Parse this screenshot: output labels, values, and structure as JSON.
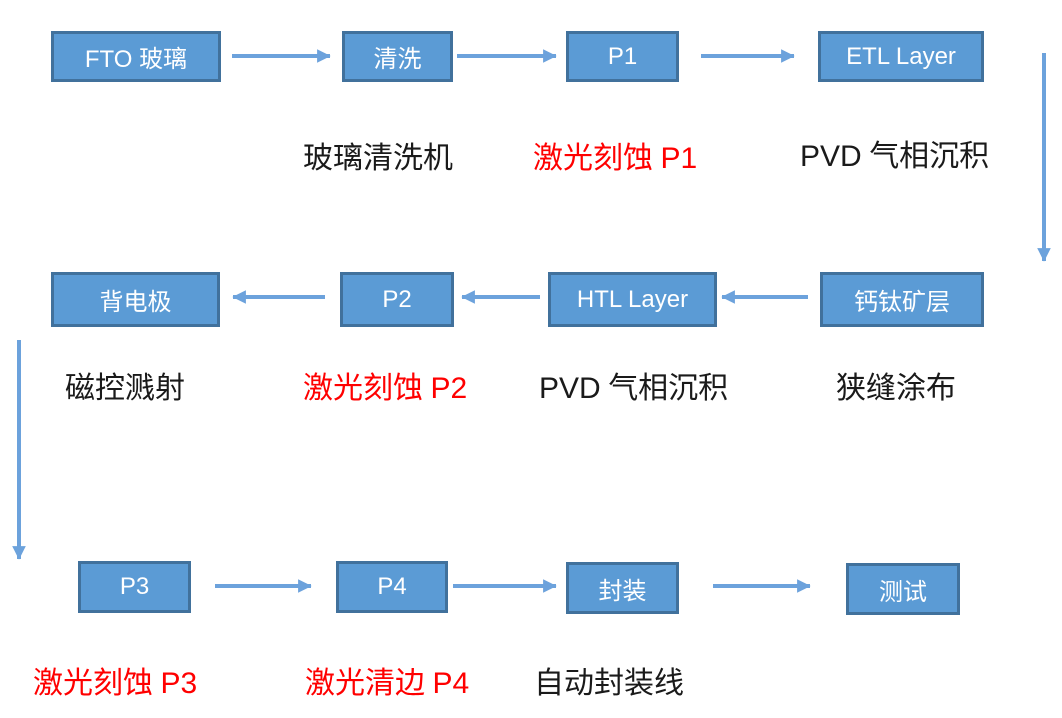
{
  "flow": {
    "colors": {
      "box_fill": "#5b9bd5",
      "box_border": "#41719c",
      "box_text": "#ffffff",
      "arrow": "#6ca2dc",
      "annotation_black": "#1a1a1a",
      "annotation_red": "#ff0000",
      "background": "#ffffff"
    },
    "nodes": [
      {
        "id": "fto_glass",
        "label": "FTO 玻璃"
      },
      {
        "id": "cleaning",
        "label": "清洗"
      },
      {
        "id": "p1",
        "label": "P1"
      },
      {
        "id": "etl_layer",
        "label": "ETL Layer"
      },
      {
        "id": "back_electrode",
        "label": "背电极"
      },
      {
        "id": "p2",
        "label": "P2"
      },
      {
        "id": "htl_layer",
        "label": "HTL Layer"
      },
      {
        "id": "perovskite",
        "label": "钙钛矿层"
      },
      {
        "id": "p3",
        "label": "P3"
      },
      {
        "id": "p4",
        "label": "P4"
      },
      {
        "id": "encapsulation",
        "label": "封装"
      },
      {
        "id": "testing",
        "label": "测试"
      }
    ],
    "edges": [
      {
        "from": "fto_glass",
        "to": "cleaning",
        "direction": "right"
      },
      {
        "from": "cleaning",
        "to": "p1",
        "direction": "right"
      },
      {
        "from": "p1",
        "to": "etl_layer",
        "direction": "right"
      },
      {
        "from": "etl_layer",
        "to": "perovskite",
        "direction": "down"
      },
      {
        "from": "perovskite",
        "to": "htl_layer",
        "direction": "left"
      },
      {
        "from": "htl_layer",
        "to": "p2",
        "direction": "left"
      },
      {
        "from": "p2",
        "to": "back_electrode",
        "direction": "left"
      },
      {
        "from": "back_electrode",
        "to": "p3",
        "direction": "down"
      },
      {
        "from": "p3",
        "to": "p4",
        "direction": "right"
      },
      {
        "from": "p4",
        "to": "encapsulation",
        "direction": "right"
      },
      {
        "from": "encapsulation",
        "to": "testing",
        "direction": "right"
      }
    ],
    "annotations": [
      {
        "id": "glass_cleaning_machine",
        "color": "#1a1a1a",
        "parts": [
          {
            "t": "玻璃清洗机"
          }
        ]
      },
      {
        "id": "laser_etch_p1",
        "color": "#ff0000",
        "parts": [
          {
            "t": "激光刻蚀 "
          },
          {
            "t": "P1"
          }
        ]
      },
      {
        "id": "pvd_deposition_etl",
        "color": "#1a1a1a",
        "parts": [
          {
            "t": "PVD"
          },
          {
            "t": " 气相沉积"
          }
        ]
      },
      {
        "id": "magnetron_sputtering",
        "color": "#1a1a1a",
        "parts": [
          {
            "t": "磁控溅射"
          }
        ]
      },
      {
        "id": "laser_etch_p2",
        "color": "#ff0000",
        "parts": [
          {
            "t": "激光刻蚀 "
          },
          {
            "t": "P2"
          }
        ]
      },
      {
        "id": "pvd_deposition_htl",
        "color": "#1a1a1a",
        "parts": [
          {
            "t": "PVD"
          },
          {
            "t": " 气相沉积"
          }
        ]
      },
      {
        "id": "slit_coating",
        "color": "#1a1a1a",
        "parts": [
          {
            "t": "狭缝涂布"
          }
        ]
      },
      {
        "id": "laser_etch_p3",
        "color": "#ff0000",
        "parts": [
          {
            "t": "激光刻蚀 "
          },
          {
            "t": "P3"
          }
        ]
      },
      {
        "id": "laser_edge_clean_p4",
        "color": "#ff0000",
        "parts": [
          {
            "t": "激光清边 "
          },
          {
            "t": "P4"
          }
        ]
      },
      {
        "id": "auto_encapsulation_line",
        "color": "#1a1a1a",
        "parts": [
          {
            "t": "自动封装线"
          }
        ]
      }
    ]
  }
}
